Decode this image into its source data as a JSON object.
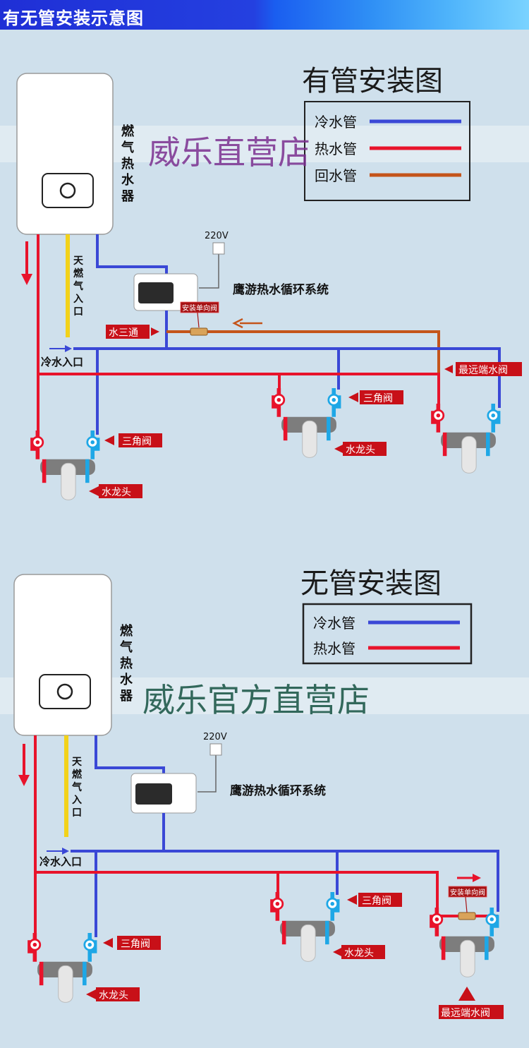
{
  "header": {
    "title": "有无管安装示意图"
  },
  "colors": {
    "cold": "#3a48d6",
    "hot": "#e8132b",
    "return": "#c4541a",
    "gas": "#f2d21a",
    "label_bg": "#c81018"
  },
  "top": {
    "title": "有管安装图",
    "legend": [
      {
        "label": "冷水管",
        "color": "#3a48d6"
      },
      {
        "label": "热水管",
        "color": "#e8132b"
      },
      {
        "label": "回水管",
        "color": "#c4541a"
      }
    ],
    "heater_label": [
      "燃",
      "气",
      "热",
      "水",
      "器"
    ],
    "gas_label": [
      "天",
      "燃",
      "气",
      "入",
      "口"
    ],
    "voltage": "220V",
    "system_label": "鹰游热水循环系统",
    "valve_label": "安装单向阀",
    "tee_label": "水三通",
    "inlet_label": "冷水入口",
    "far_valve_label": "最远端水阀",
    "angle_valve": "三角阀",
    "faucet": "水龙头",
    "watermark": "威乐直营店"
  },
  "bottom": {
    "title": "无管安装图",
    "legend": [
      {
        "label": "冷水管",
        "color": "#3a48d6"
      },
      {
        "label": "热水管",
        "color": "#e8132b"
      }
    ],
    "heater_label": [
      "燃",
      "气",
      "热",
      "水",
      "器"
    ],
    "gas_label": [
      "天",
      "燃",
      "气",
      "入",
      "口"
    ],
    "voltage": "220V",
    "system_label": "鹰游热水循环系统",
    "valve_label": "安装单向阀",
    "inlet_label": "冷水入口",
    "far_valve_label": "最远端水阀",
    "angle_valve": "三角阀",
    "faucet": "水龙头",
    "watermark": "威乐官方直营店"
  }
}
